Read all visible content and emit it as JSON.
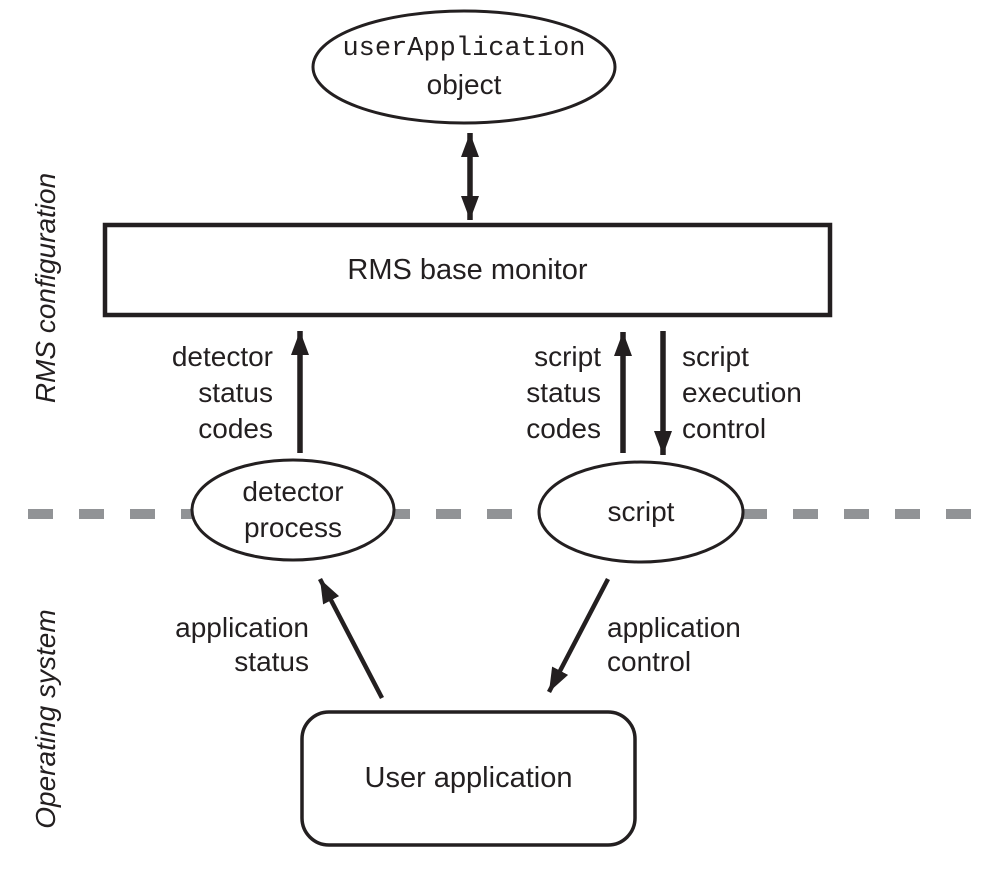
{
  "zones": {
    "rms_configuration": "RMS configuration",
    "operating_system": "Operating system"
  },
  "nodes": {
    "user_application_object": {
      "lines": [
        "userApplication",
        "object"
      ]
    },
    "rms_base_monitor": {
      "label": "RMS base monitor"
    },
    "detector_process": {
      "lines": [
        "detector",
        "process"
      ]
    },
    "script": {
      "label": "script"
    },
    "user_application": {
      "label": "User application"
    }
  },
  "edge_labels": {
    "detector_status_codes": [
      "detector",
      "status",
      "codes"
    ],
    "script_status_codes": [
      "script",
      "status",
      "codes"
    ],
    "script_execution_control": [
      "script",
      "execution",
      "control"
    ],
    "application_status": [
      "application",
      "status"
    ],
    "application_control": [
      "application",
      "control"
    ]
  },
  "colors": {
    "ink": "#231f20",
    "divider": "#919396",
    "background": "#ffffff"
  }
}
